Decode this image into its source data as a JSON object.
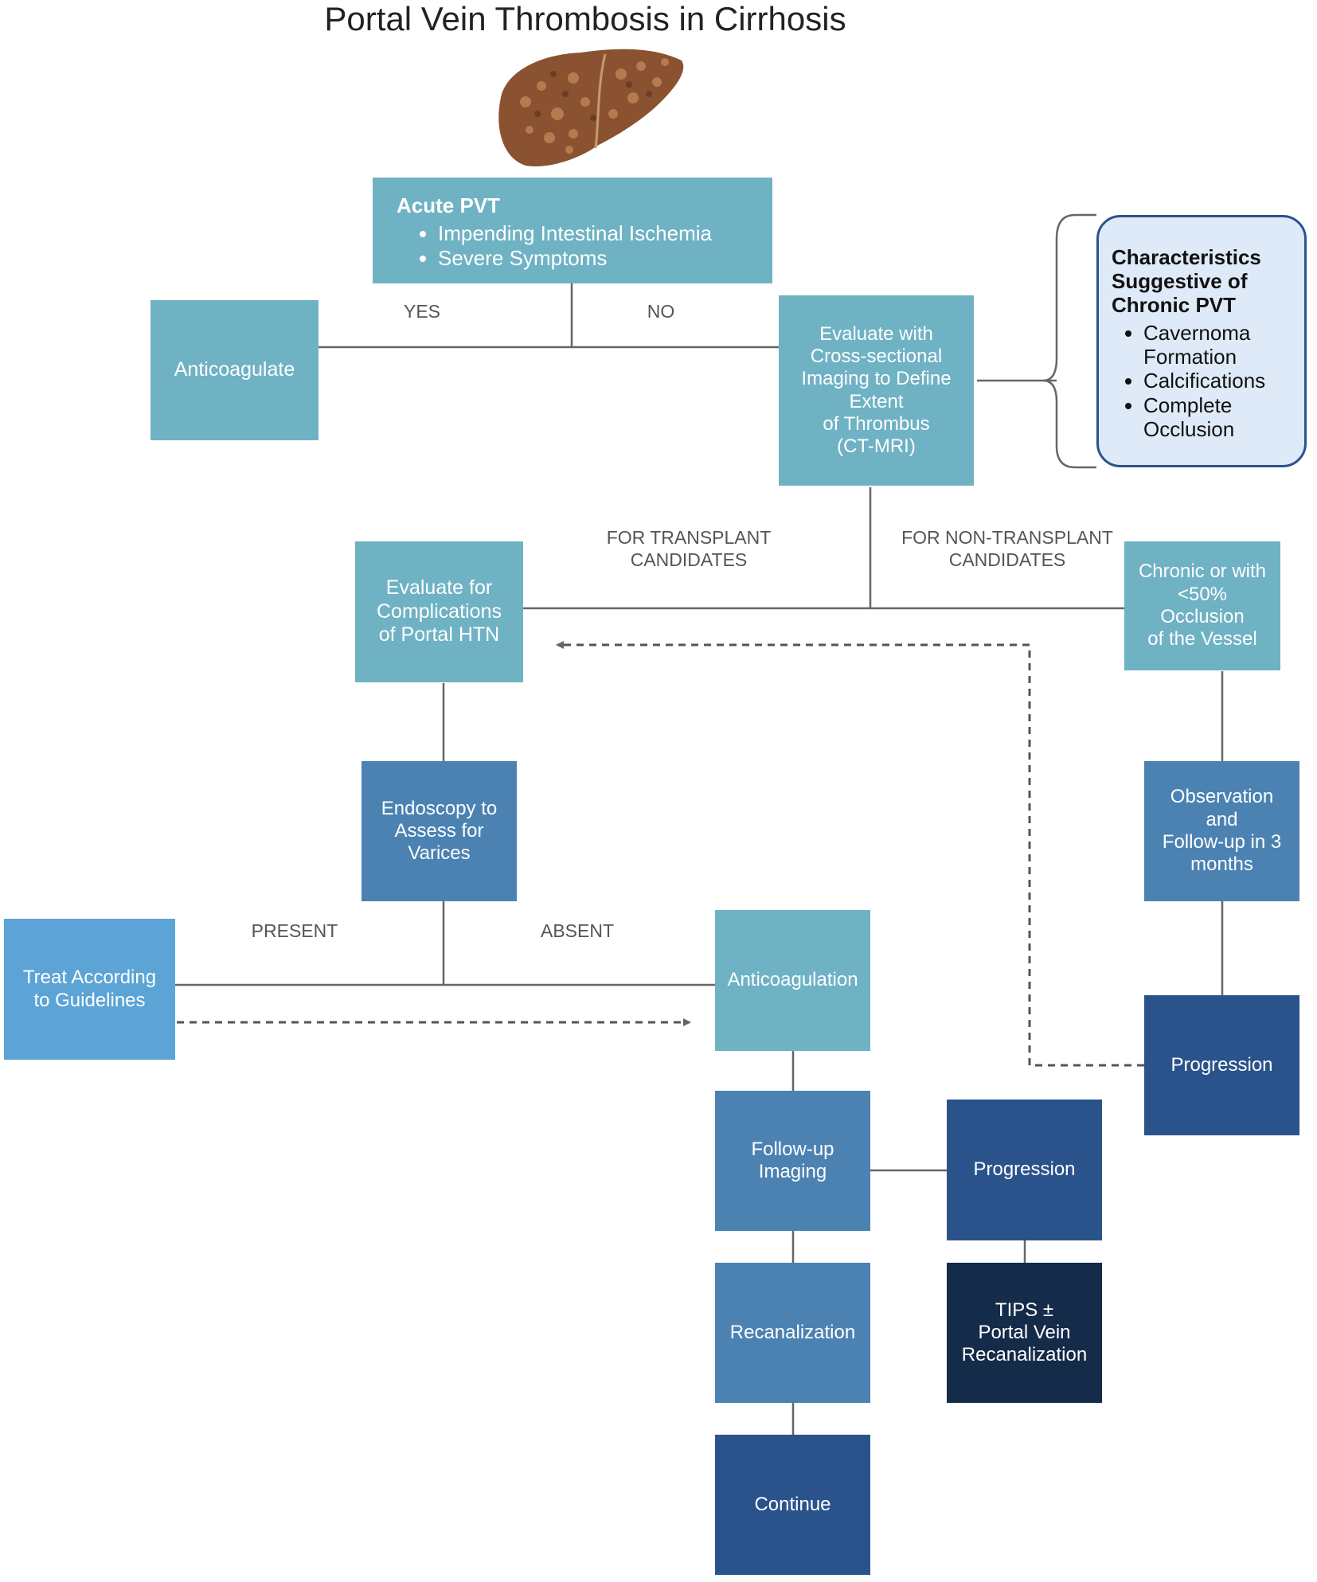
{
  "title": "Portal Vein Thrombosis in Cirrhosis",
  "nodes": {
    "acute_pvt": {
      "heading": "Acute PVT",
      "bullets": [
        "Impending Intestinal Ischemia",
        "Severe Symptoms"
      ]
    },
    "anticoagulate": "Anticoagulate",
    "evaluate_imaging": "Evaluate with\nCross-sectional\nImaging to Define\nExtent\nof Thrombus\n(CT-MRI)",
    "chronic_characteristics": {
      "heading": "Characteristics\nSuggestive of\nChronic PVT",
      "bullets": [
        "Cavernoma Formation",
        "Calcifications",
        "Complete Occlusion"
      ]
    },
    "evaluate_complications": "Evaluate for\nComplications\nof Portal HTN",
    "chronic_occlusion": "Chronic or with\n<50%\nOcclusion\nof the Vessel",
    "endoscopy": "Endoscopy to\nAssess for\nVarices",
    "observation": "Observation\nand\nFollow-up in 3\nmonths",
    "treat_guidelines": "Treat According\nto Guidelines",
    "anticoagulation": "Anticoagulation",
    "progression_right": "Progression",
    "followup_imaging": "Follow-up\nImaging",
    "progression_mid": "Progression",
    "recanalization": "Recanalization",
    "tips": "TIPS ±\nPortal Vein\nRecanalization",
    "continue": "Continue"
  },
  "edge_labels": {
    "yes": "YES",
    "no": "NO",
    "transplant": "FOR TRANSPLANT\nCANDIDATES",
    "non_transplant": "FOR NON-TRANSPLANT\nCANDIDATES",
    "present": "PRESENT",
    "absent": "ABSENT"
  },
  "colors": {
    "teal": "#6fb2c4",
    "mid_blue": "#4b82b2",
    "dark_blue": "#2a538b",
    "navy": "#142b4a",
    "light_blue": "#5ba4d5",
    "callout_fill": "#deeaf7",
    "liver": "#8a5230"
  },
  "icons": [
    "liver-illustration"
  ]
}
